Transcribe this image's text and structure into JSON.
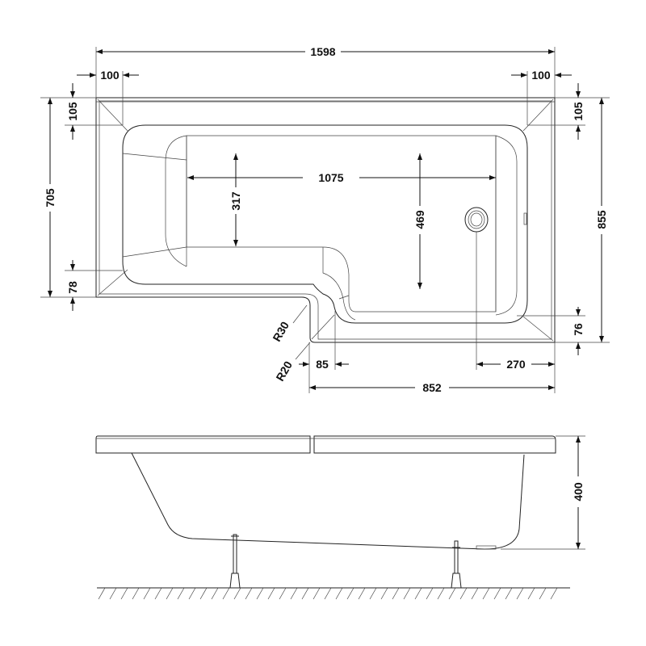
{
  "plan_view": {
    "dimensions": {
      "overall_length": "1598",
      "left_rim_width": "100",
      "right_rim_width": "100",
      "left_top_rim": "105",
      "right_top_rim": "105",
      "left_width": "705",
      "overall_width": "855",
      "left_bottom_rim": "78",
      "right_bottom_rim": "76",
      "inner_length": "1075",
      "inner_left_depth": "317",
      "inner_right_depth": "469",
      "radius_outer": "R30",
      "radius_inner": "R20",
      "step_offset": "85",
      "waste_offset": "270",
      "shower_end_length": "852"
    }
  },
  "side_view": {
    "dimensions": {
      "height": "400"
    }
  }
}
